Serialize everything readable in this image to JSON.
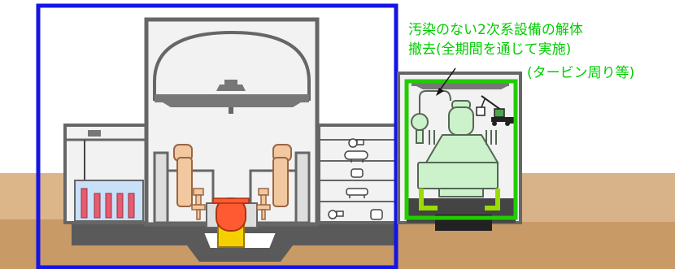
{
  "annotation": {
    "line1": "汚染のない2次系設備の解体",
    "line2": "撤去(全期間を通じて実施)",
    "line3": "(タービン周り等)"
  },
  "colors": {
    "reactor_building_frame": "#1414e6",
    "turbine_building_frame": "#22cc00",
    "annotation_text": "#00cc00",
    "ground": "#c8a06e",
    "ground_dark": "#a67c52",
    "building_gray": "#666666",
    "building_fill": "#f2f2f2",
    "steam_generator": "#f2c8a0",
    "reactor_vessel": "#ff5a32",
    "pool_water": "#c8e0f8",
    "fuel_rods": "#e85a6e",
    "turbine_equipment": "#ccf2cc",
    "foundation": "#444444"
  },
  "icons": [
    "crane-icon",
    "pump-icon",
    "tank-icon",
    "turbine-icon",
    "generator-icon"
  ]
}
